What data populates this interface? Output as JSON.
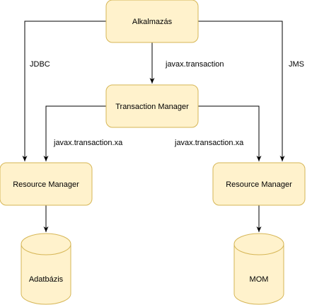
{
  "colors": {
    "node_fill": "#fff2cc",
    "node_stroke": "#d6b656",
    "edge": "#000000",
    "background": "#ffffff"
  },
  "nodes": {
    "app": "Alkalmazás",
    "tm": "Transaction Manager",
    "rm_left": "Resource Manager",
    "rm_right": "Resource Manager",
    "db": "Adatbázis",
    "mom": "MOM"
  },
  "edges": {
    "jdbc": "JDBC",
    "javax_transaction": "javax.transaction",
    "jms": "JMS",
    "xa_left": "javax.transaction.xa",
    "xa_right": "javax.transaction.xa"
  }
}
